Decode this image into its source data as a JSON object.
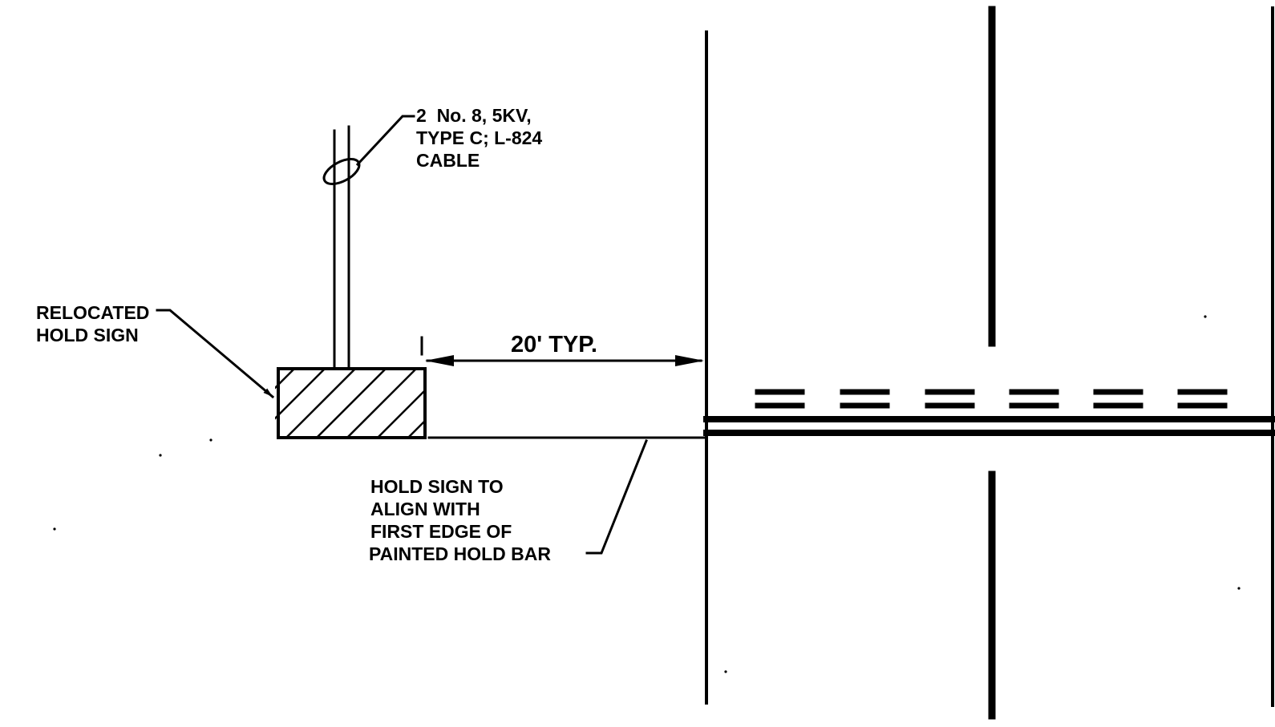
{
  "notes": {
    "cable_line1": "2  No. 8, 5KV,",
    "cable_line2": "TYPE C; L-824",
    "cable_line3": "CABLE",
    "sign_line1": "RELOCATED",
    "sign_line2": "HOLD SIGN",
    "dimension": "20' TYP.",
    "align_line1": "HOLD SIGN TO",
    "align_line2": "ALIGN WITH",
    "align_line3": "FIRST EDGE OF",
    "align_line4": "PAINTED HOLD BAR"
  },
  "colors": {
    "line": "#000000",
    "background": "#ffffff"
  }
}
